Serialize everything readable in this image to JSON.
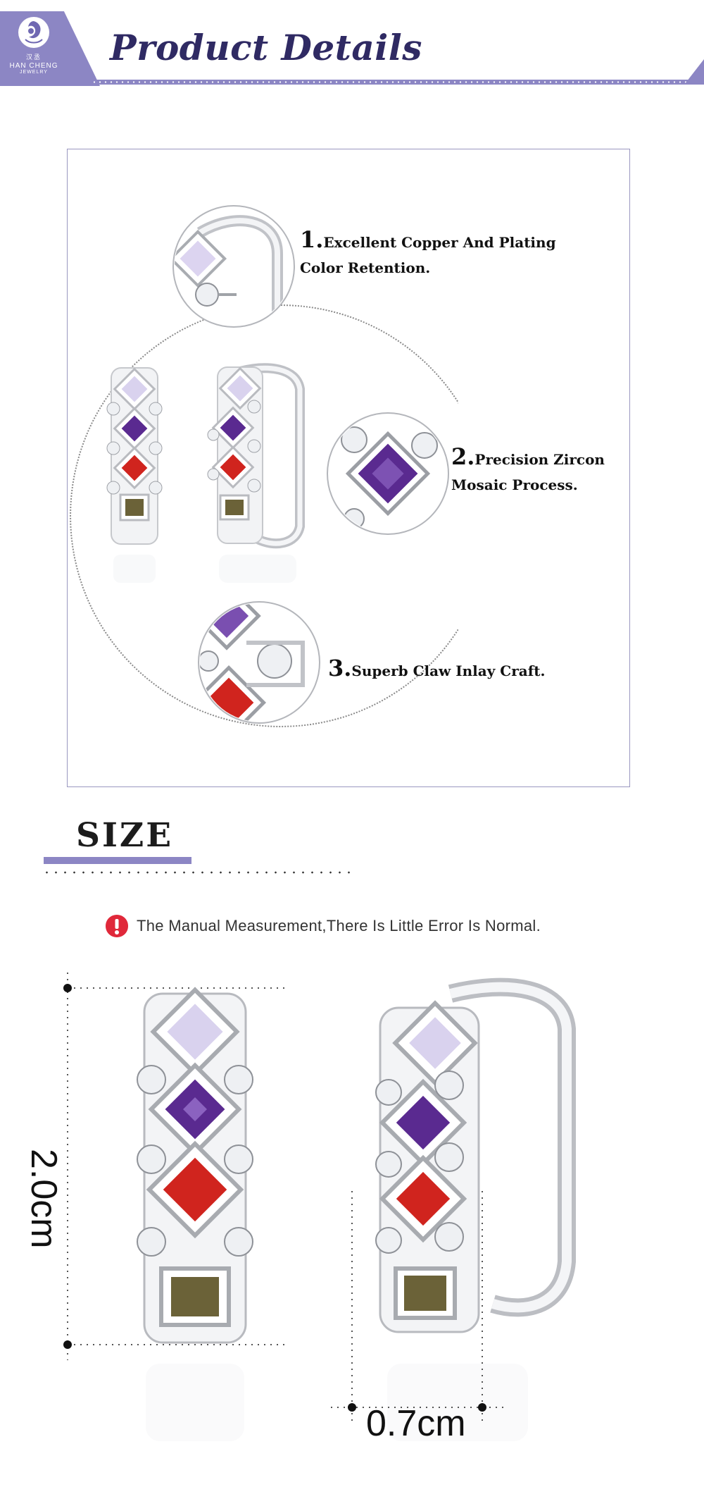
{
  "header": {
    "title": "Product Details",
    "brand_cn": "汉丞",
    "brand_name": "HAN CHENG",
    "brand_sub": "JEWELRY",
    "accent_color": "#8c86c4",
    "title_color": "#2f2a63"
  },
  "features": [
    {
      "num": "1.",
      "lines": [
        "Excellent Copper And Plating",
        "Color Retention."
      ]
    },
    {
      "num": "2.",
      "lines": [
        "Precision Zircon",
        "Mosaic Process."
      ]
    },
    {
      "num": "3.",
      "lines": [
        "Superb Claw Inlay Craft."
      ]
    }
  ],
  "size": {
    "title": "SIZE",
    "notice_icon": "exclamation-icon",
    "notice": "The Manual Measurement,There Is Little Error Is Normal.",
    "height_label": "2.0cm",
    "width_label": "0.7cm"
  },
  "gem_colors": {
    "lavender": "#d9d2ee",
    "purple": "#5a2a90",
    "red": "#d0241e",
    "olive": "#6b6238",
    "silver": "#c9cbd0"
  }
}
